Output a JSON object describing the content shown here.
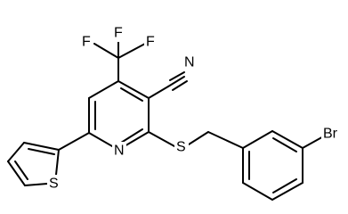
{
  "molecule": {
    "atoms": {
      "f_left": "F",
      "f_top": "F",
      "f_right": "F",
      "nitrile_n": "N",
      "ring_n": "N",
      "thioether_s": "S",
      "thiophene_s": "S",
      "bromine": "Br"
    },
    "colors": {
      "bond": "#000000",
      "label": "#000000",
      "background": "#ffffff"
    }
  }
}
